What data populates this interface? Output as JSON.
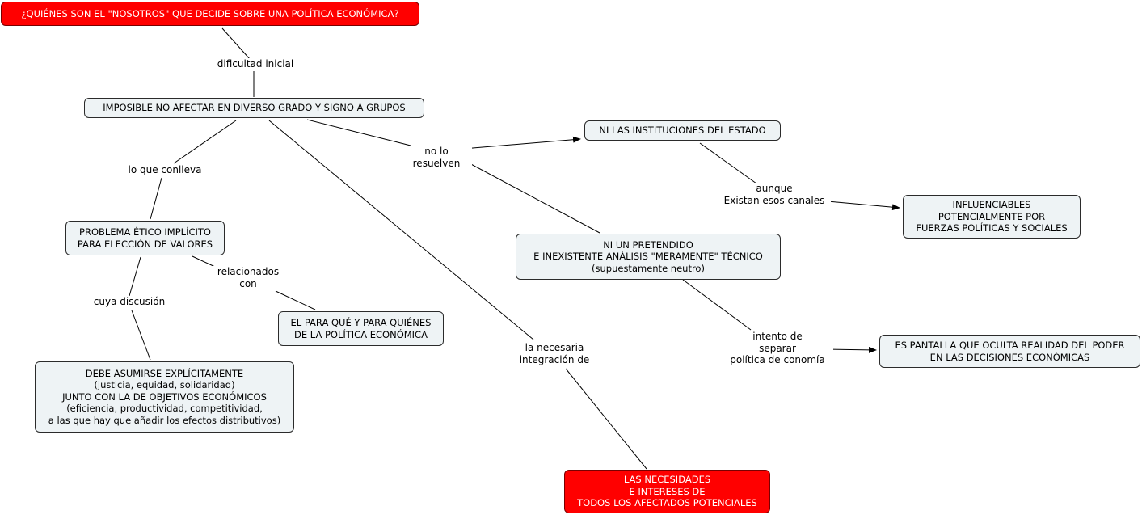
{
  "nodes": {
    "question": "¿QUIÉNES SON EL \"NOSOTROS\" QUE DECIDE SOBRE UNA POLÍTICA ECONÓMICA?",
    "impossible": "IMPOSIBLE NO AFECTAR EN DIVERSO GRADO Y SIGNO A GRUPOS",
    "institutions": "NI LAS INSTITUCIONES DEL ESTADO",
    "influenciables": "INFLUENCIABLES\nPOTENCIALMENTE POR\nFUERZAS POLÍTICAS Y SOCIALES",
    "ethical": "PROBLEMA ÉTICO IMPLÍCITO\nPARA ELECCIÓN DE VALORES",
    "technical": "NI UN PRETENDIDO\nE INEXISTENTE ANÁLISIS \"MERAMENTE\" TÉCNICO\n(supuestamente neutro)",
    "para_que": "EL PARA QUÉ Y PARA QUIÉNES\nDE LA POLÍTICA ECONÓMICA",
    "pantalla": "ES PANTALLA QUE OCULTA REALIDAD DEL PODER\nEN LAS DECISIONES ECONÓMICAS",
    "explicit": "DEBE ASUMIRSE EXPLÍCITAMENTE\n(justicia, equidad, solidaridad)\nJUNTO CON LA DE OBJETIVOS ECONÓMICOS\n(eficiencia, productividad, competitividad,\na las que hay que añadir los efectos distributivos)",
    "needs": "LAS NECESIDADES\nE INTERESES DE\nTODOS LOS AFECTADOS POTENCIALES"
  },
  "links": {
    "dificultad": "dificultad inicial",
    "no_resuelven": "no lo resuelven",
    "conlleva": "lo que conlleva",
    "aunque": "aunque\nExistan esos canales",
    "relacionados": "relacionados\ncon",
    "cuya": "cuya discusión",
    "necesaria": "la necesaria\nintegración de",
    "intento": "intento de\nseparar\npolítica de conomía"
  },
  "colors": {
    "node_fill": "#eef3f5",
    "highlight_fill": "#ff0000",
    "line": "#000000"
  }
}
